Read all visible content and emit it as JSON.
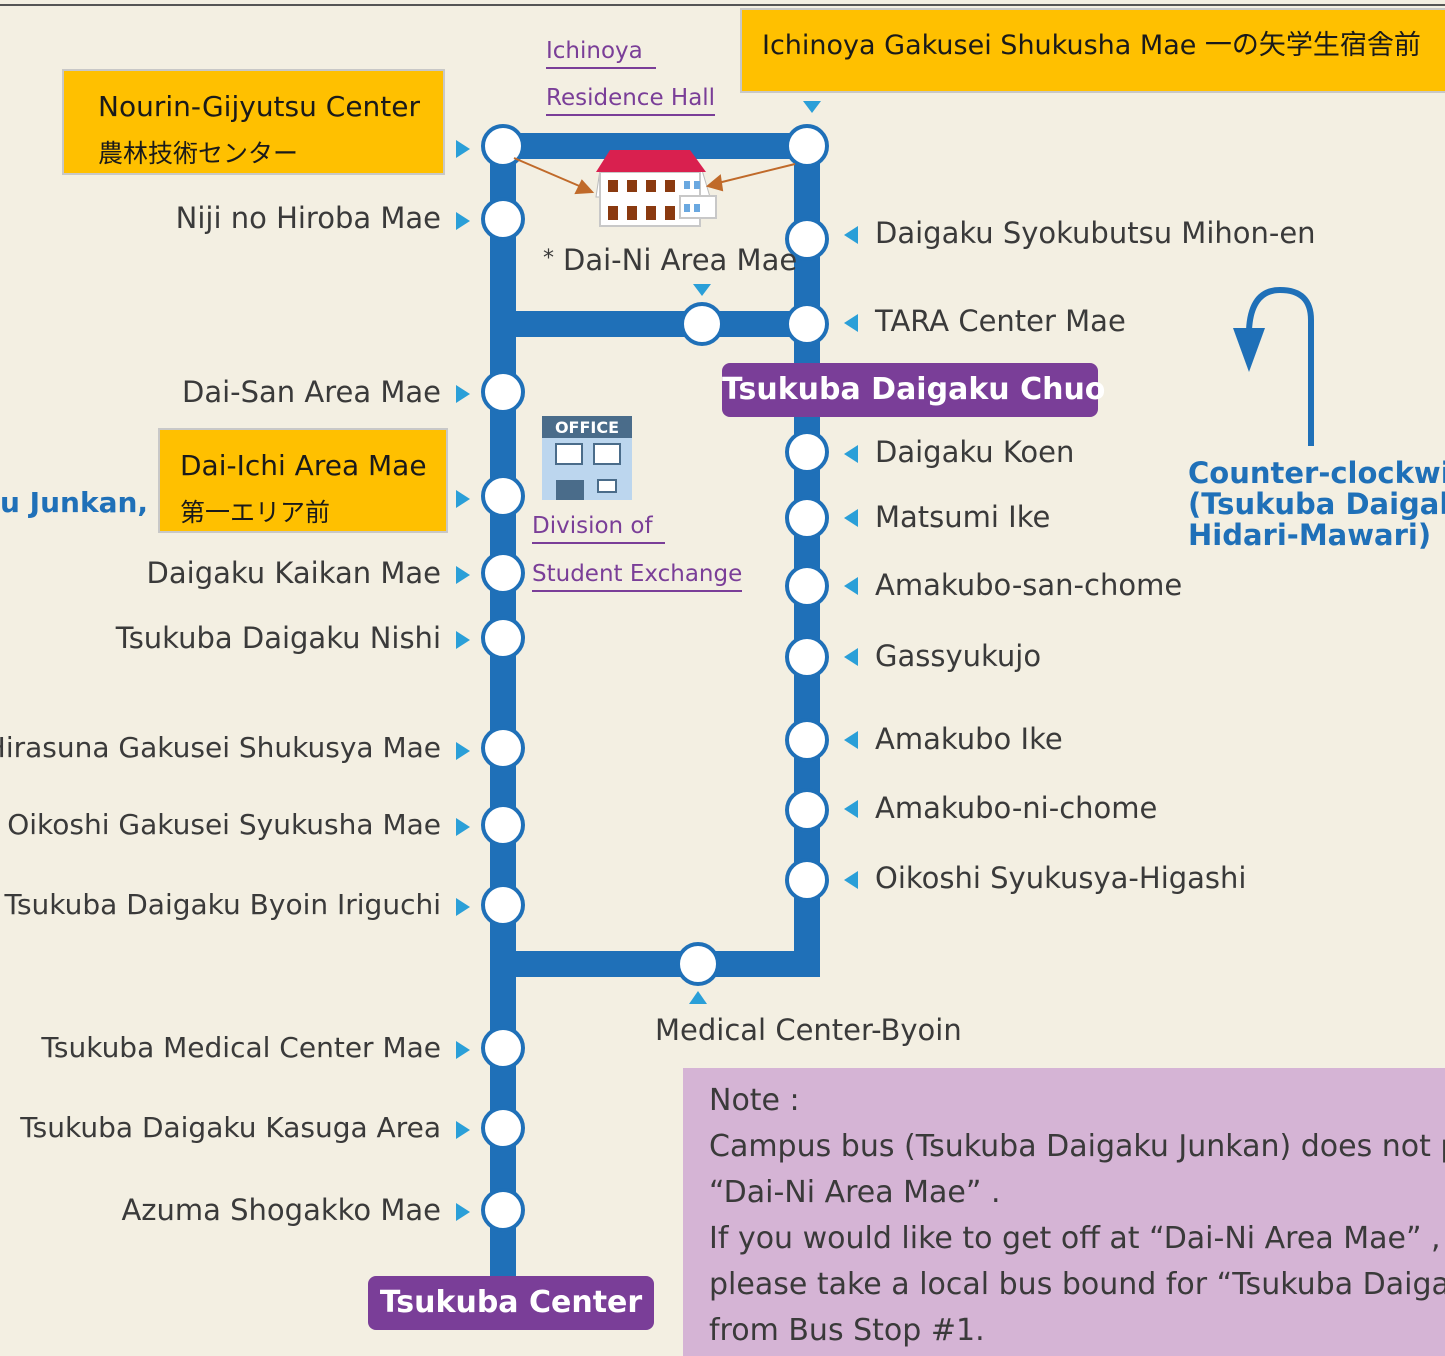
{
  "colors": {
    "route_blue": "#1f70b8",
    "arrow_blue": "#2a9fd8",
    "highlight_yellow": "#ffc000",
    "purple": "#7a3e98",
    "note_bg": "#d5b4d5",
    "background": "#f3efe2",
    "leader_orange": "#c06a2a"
  },
  "left_stops": [
    "Niji no Hiroba Mae",
    "Dai-San Area Mae",
    "Daigaku Kaikan Mae",
    "Tsukuba Daigaku Nishi",
    "Hirasuna Gakusei Shukusya Mae",
    "Oikoshi Gakusei Syukusha Mae",
    "Tsukuba Daigaku Byoin Iriguchi",
    "Tsukuba Medical Center Mae",
    "Tsukuba Daigaku Kasuga Area",
    "Azuma Shogakko Mae"
  ],
  "right_stops": [
    "Daigaku Syokubutsu Mihon-en",
    "TARA Center Mae",
    "Daigaku Koen",
    "Matsumi Ike",
    "Amakubo-san-chome",
    "Gassyukujo",
    "Amakubo Ike",
    "Amakubo-ni-chome",
    "Oikoshi Syukusya-Higashi"
  ],
  "highlighted_stops": {
    "nourin": {
      "en": "Nourin-Gijyutsu Center",
      "ja": "農林技術センター"
    },
    "daiichi": {
      "en": "Dai-Ichi Area Mae",
      "ja": "第一エリア前"
    },
    "ichinoya": {
      "text": "Ichinoya Gakusei Shukusha Mae 一の矢学生宿舎前"
    }
  },
  "dai_ni": {
    "asterisk": "*",
    "label": "Dai-Ni Area Mae"
  },
  "medical_center_byoin": "Medical Center-Byoin",
  "hubs": {
    "chuo": "Tsukuba Daigaku Chuo",
    "center": "Tsukuba Center"
  },
  "links": {
    "residence_line1": "Ichinoya",
    "residence_line2": "Residence Hall",
    "office_line1": "Division of",
    "office_line2": "Student Exchange"
  },
  "icons": {
    "residence": "residence-hall-icon",
    "office": "office-building-icon",
    "office_sign": "OFFICE",
    "direction": "counter-clockwise-arrow-icon"
  },
  "partial_left_label": "u Junkan,",
  "counter_clockwise": {
    "line1": "Counter-clockwis",
    "line2": "(Tsukuba Daigaku",
    "line3": "Hidari-Mawari)"
  },
  "note": {
    "title": "Note :",
    "lines": [
      "Campus bus (Tsukuba Daigaku Junkan) does not pa",
      "“Dai-Ni Area Mae” .",
      "If you would like to get off at “Dai-Ni Area Mae” ,",
      "please take a local bus bound for “Tsukuba Daigaku",
      "from Bus Stop #1."
    ]
  }
}
